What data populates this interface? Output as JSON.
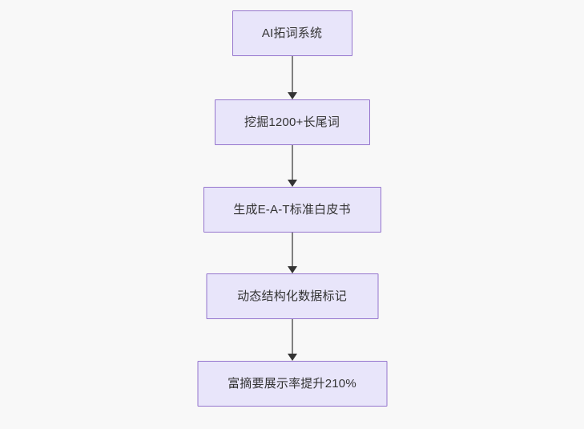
{
  "diagram": {
    "type": "flowchart",
    "direction": "top-to-bottom",
    "background_color": "#f8f8f8",
    "node_fill_color": "#e8e5fa",
    "node_border_color": "#9575cd",
    "node_text_color": "#333333",
    "edge_line_color": "#808080",
    "edge_arrow_color": "#333333",
    "nodes": [
      {
        "id": "n0",
        "label": "AI拓词系统"
      },
      {
        "id": "n1",
        "label": "挖掘1200+长尾词"
      },
      {
        "id": "n2",
        "label": "生成E-A-T标准白皮书"
      },
      {
        "id": "n3",
        "label": "动态结构化数据标记"
      },
      {
        "id": "n4",
        "label": "富摘要展示率提升210%"
      }
    ],
    "edges": [
      {
        "from": "n0",
        "to": "n1",
        "label": ""
      },
      {
        "from": "n1",
        "to": "n2",
        "label": ""
      },
      {
        "from": "n2",
        "to": "n3",
        "label": ""
      },
      {
        "from": "n3",
        "to": "n4",
        "label": ""
      }
    ]
  }
}
